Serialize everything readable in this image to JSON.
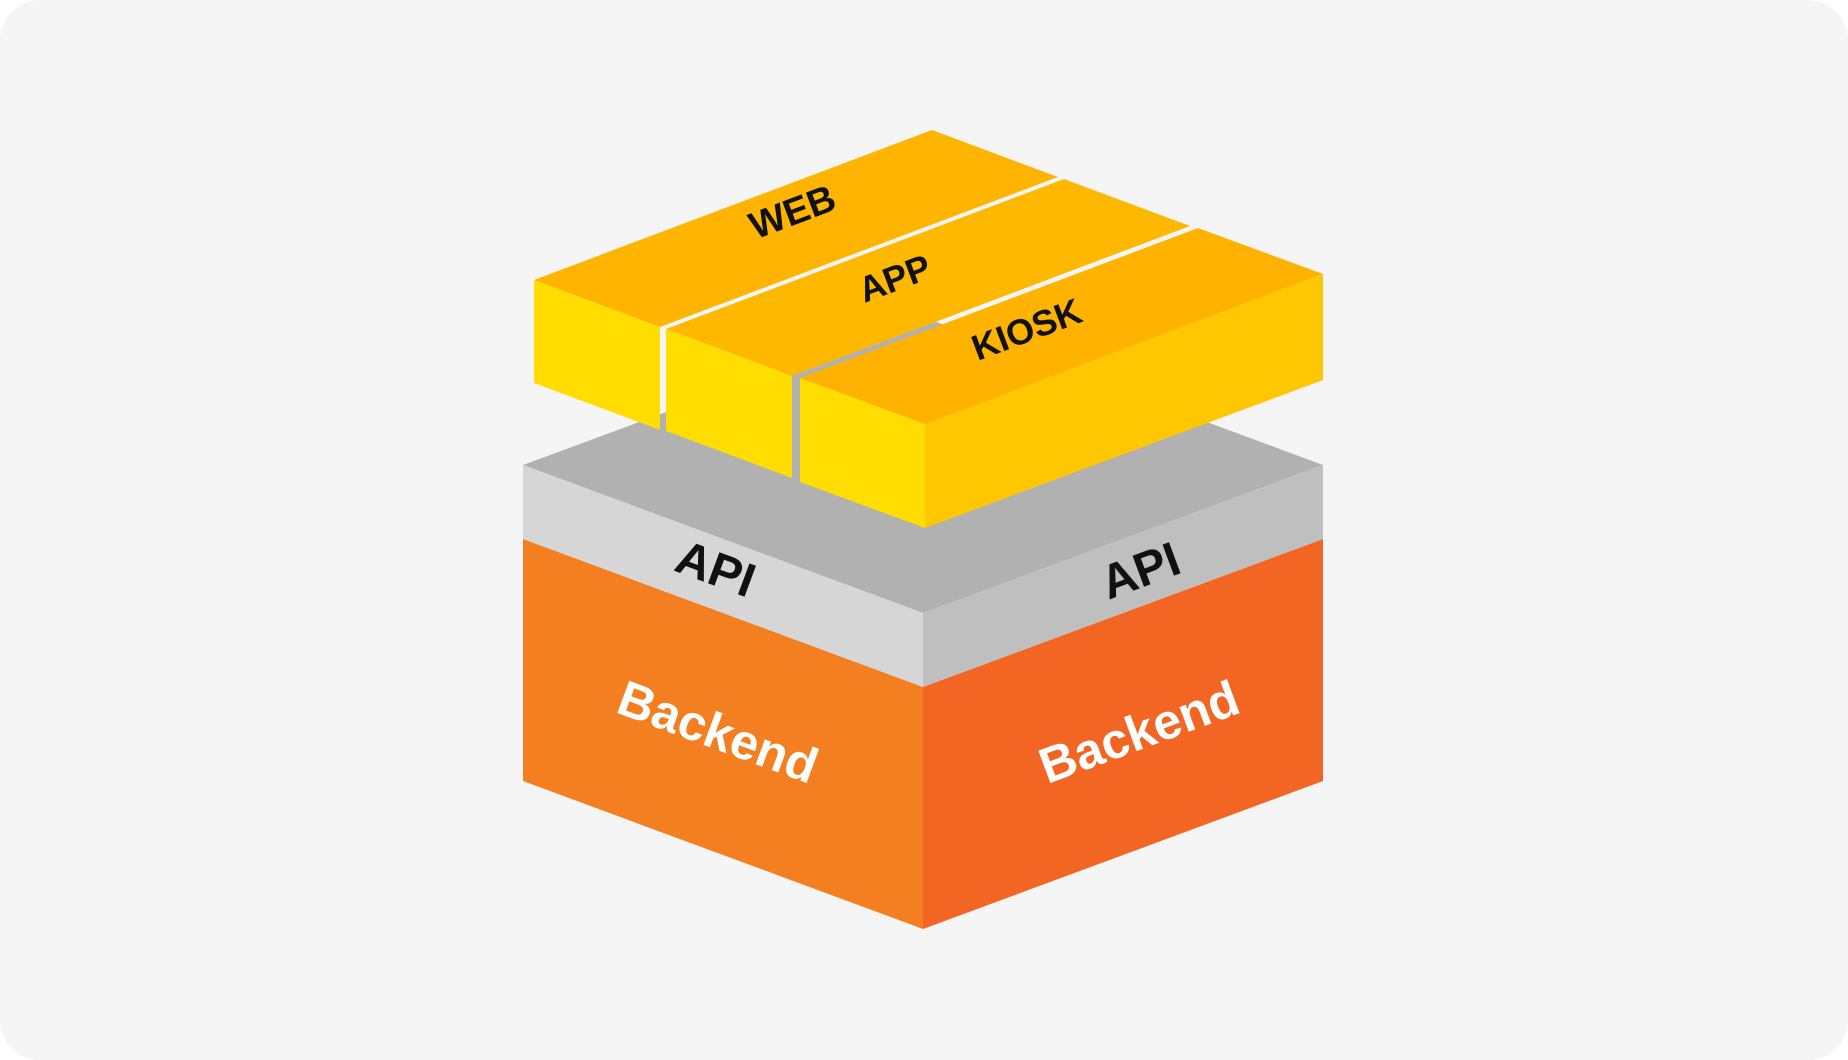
{
  "diagram": {
    "top_blocks": [
      {
        "label": "WEB"
      },
      {
        "label": "APP"
      },
      {
        "label": "KIOSK"
      }
    ],
    "api_layer": {
      "left_label": "API",
      "right_label": "API"
    },
    "backend_layer": {
      "left_label": "Backend",
      "right_label": "Backend"
    }
  },
  "colors": {
    "background": "#f5f5f5",
    "yellow_top": "#ffb400",
    "yellow_front": "#ffdd00",
    "yellow_right": "#ffc700",
    "api_top": "#b2b1b1",
    "api_left": "#d6d6d6",
    "api_right": "#c0bfbf",
    "backend_left": "#f37f20",
    "backend_right": "#f26522",
    "text_dark": "#111111",
    "text_light": "#ffffff"
  }
}
